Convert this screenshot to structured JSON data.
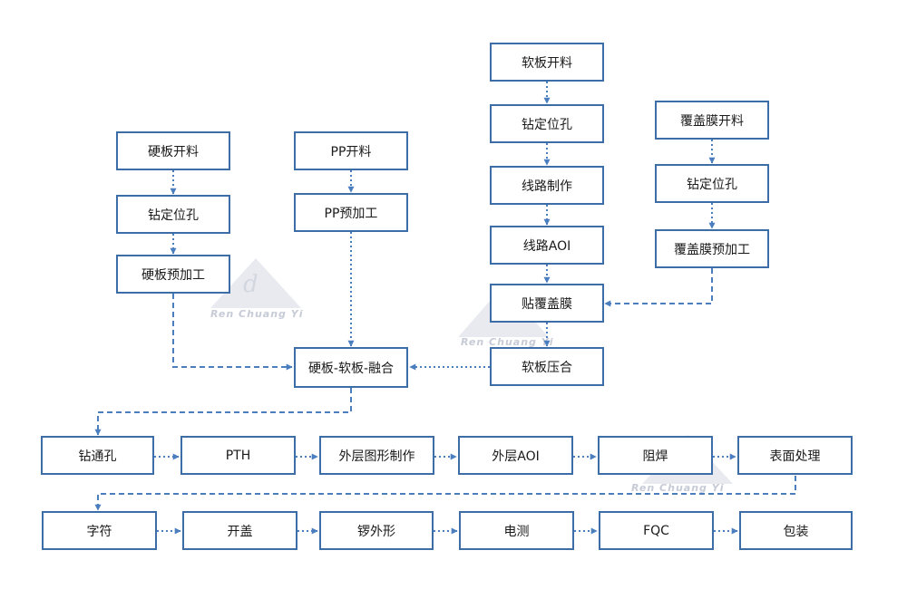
{
  "watermark": {
    "text": "Ren Chuang Yi",
    "color": "#c6cbd6"
  },
  "colors": {
    "box_border": "#3d6da6",
    "arrow": "#4a7ebf"
  },
  "nodes": {
    "rigid_cut": "硬板开料",
    "rigid_drill": "钻定位孔",
    "rigid_pre": "硬板预加工",
    "pp_cut": "PP开料",
    "pp_pre": "PP预加工",
    "flex_cut": "软板开料",
    "flex_drill": "钻定位孔",
    "flex_circuit": "线路制作",
    "flex_aoi": "线路AOI",
    "flex_attach": "贴覆盖膜",
    "flex_press": "软板压合",
    "cover_cut": "覆盖膜开料",
    "cover_drill": "钻定位孔",
    "cover_pre": "覆盖膜预加工",
    "merge": "硬板-软板-融合",
    "via_drill": "钻通孔",
    "pth": "PTH",
    "outer_circuit": "外层图形制作",
    "outer_aoi": "外层AOI",
    "solder_mask": "阻焊",
    "surface": "表面处理",
    "legend_print": "字符",
    "cover_open": "开盖",
    "routing": "锣外形",
    "e_test": "电测",
    "fqc": "FQC",
    "packing": "包装"
  }
}
